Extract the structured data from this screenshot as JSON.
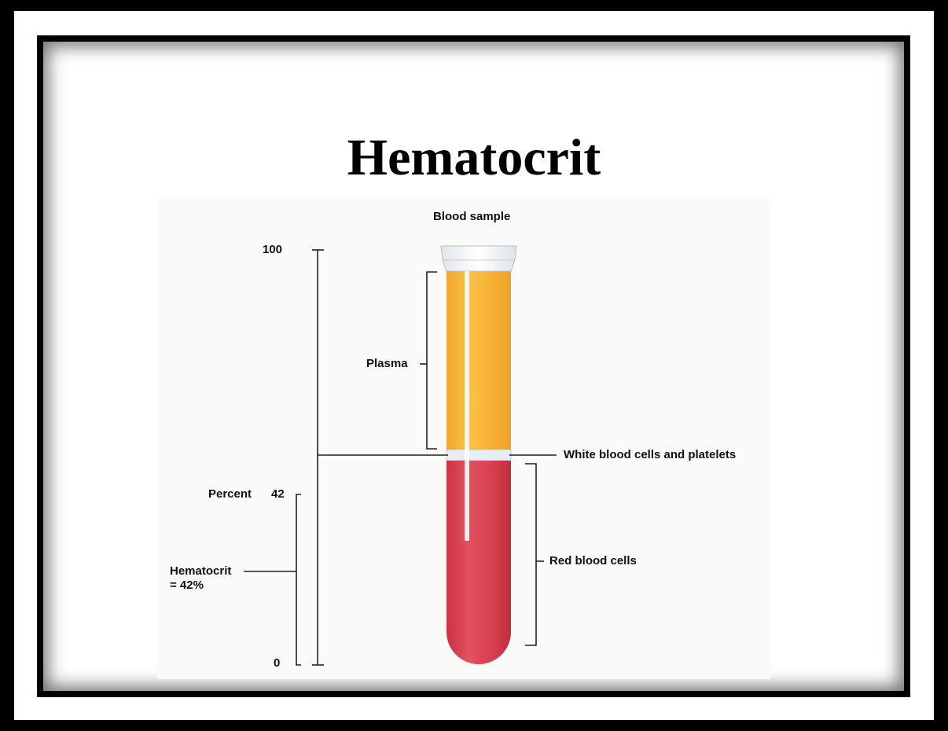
{
  "slide": {
    "title": "Hematocrit"
  },
  "figure": {
    "header": "Blood sample",
    "scale": {
      "top_label": "100",
      "percent_label": "Percent",
      "mark_label": "42",
      "bottom_label": "0"
    },
    "labels": {
      "plasma": "Plasma",
      "buffy_coat": "White blood cells and platelets",
      "red_cells": "Red blood cells",
      "hematocrit_line1": "Hematocrit",
      "hematocrit_line2": "= 42%"
    },
    "hematocrit_percent": 42,
    "colors": {
      "plasma": "#f7b233",
      "buffy_coat": "#e4eef3",
      "red_cells": "#d8404f",
      "tube_rim": "#f2f4f6"
    }
  }
}
